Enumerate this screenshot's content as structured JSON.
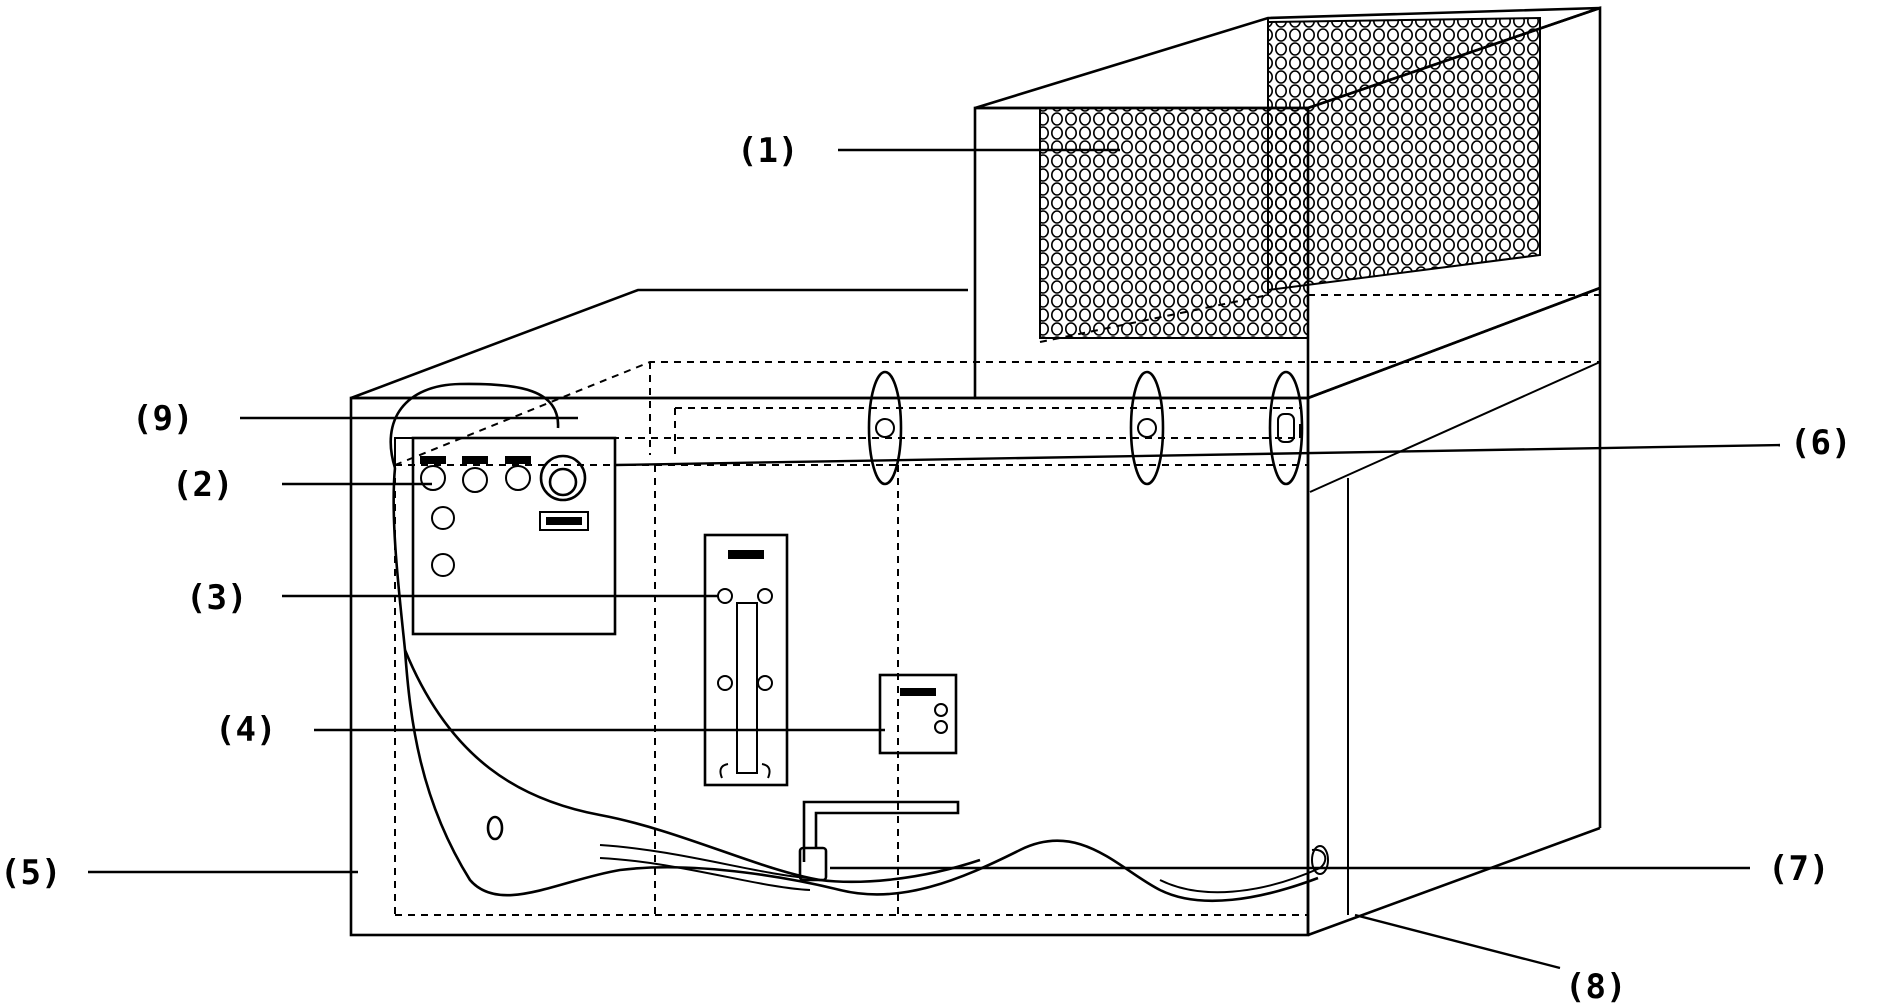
{
  "callouts": [
    {
      "id": "1",
      "label": "(1)"
    },
    {
      "id": "2",
      "label": "(2)"
    },
    {
      "id": "3",
      "label": "(3)"
    },
    {
      "id": "4",
      "label": "(4)"
    },
    {
      "id": "5",
      "label": "(5)"
    },
    {
      "id": "6",
      "label": "(6)"
    },
    {
      "id": "7",
      "label": "(7)"
    },
    {
      "id": "8",
      "label": "(8)"
    },
    {
      "id": "9",
      "label": "(9)"
    }
  ]
}
